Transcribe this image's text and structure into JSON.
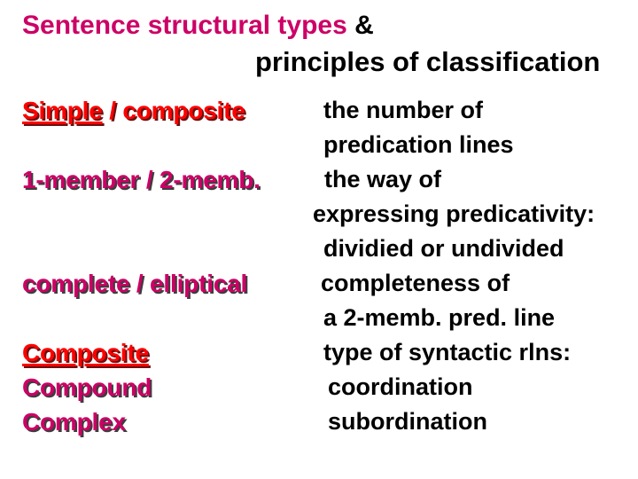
{
  "title": {
    "highlight": "Sentence structural types",
    "suffix": " &",
    "line2": "principles of classification"
  },
  "colors": {
    "background": "#ffffff",
    "title_magenta": "#cc0066",
    "term_red": "#ff0000",
    "term_magenta": "#cc0066",
    "red_shadow": "#6a1010",
    "dark_shadow": "#3d3d3d",
    "body_black": "#000000"
  },
  "rows": [
    {
      "term": {
        "color": "red",
        "parts": [
          {
            "text": "Simple",
            "underline": true
          },
          {
            "text": " / composite",
            "underline": false
          }
        ]
      },
      "definitions": [
        {
          "text": "the number of",
          "indent": 25
        },
        {
          "text": "predication lines",
          "indent": 25
        }
      ]
    },
    {
      "term": {
        "color": "magenta",
        "parts": [
          {
            "text": "1-member / 2-memb.",
            "underline": false
          }
        ]
      },
      "definitions": [
        {
          "text": "the way of",
          "indent": 26
        },
        {
          "text": "expressing predicativity:",
          "indent": 13
        },
        {
          "text": "dividied or undivided",
          "indent": 25
        }
      ]
    },
    {
      "term": {
        "color": "magenta",
        "parts": [
          {
            "text": "complete / elliptical",
            "underline": false
          }
        ]
      },
      "definitions": [
        {
          "text": "completeness of",
          "indent": 22
        },
        {
          "text": "a 2-memb. pred. line",
          "indent": 25
        }
      ]
    },
    {
      "term": {
        "color": "red",
        "parts": [
          {
            "text": "Composite",
            "underline": true
          }
        ]
      },
      "definitions": [
        {
          "text": "type of syntactic rlns:",
          "indent": 25
        }
      ]
    },
    {
      "term": {
        "color": "magenta",
        "parts": [
          {
            "text": "Compound",
            "underline": false
          }
        ]
      },
      "definitions": [
        {
          "text": "coordination",
          "indent": 30
        }
      ]
    },
    {
      "term": {
        "color": "magenta",
        "parts": [
          {
            "text": "Complex",
            "underline": false
          }
        ]
      },
      "definitions": [
        {
          "text": "subordination",
          "indent": 30
        }
      ]
    }
  ]
}
